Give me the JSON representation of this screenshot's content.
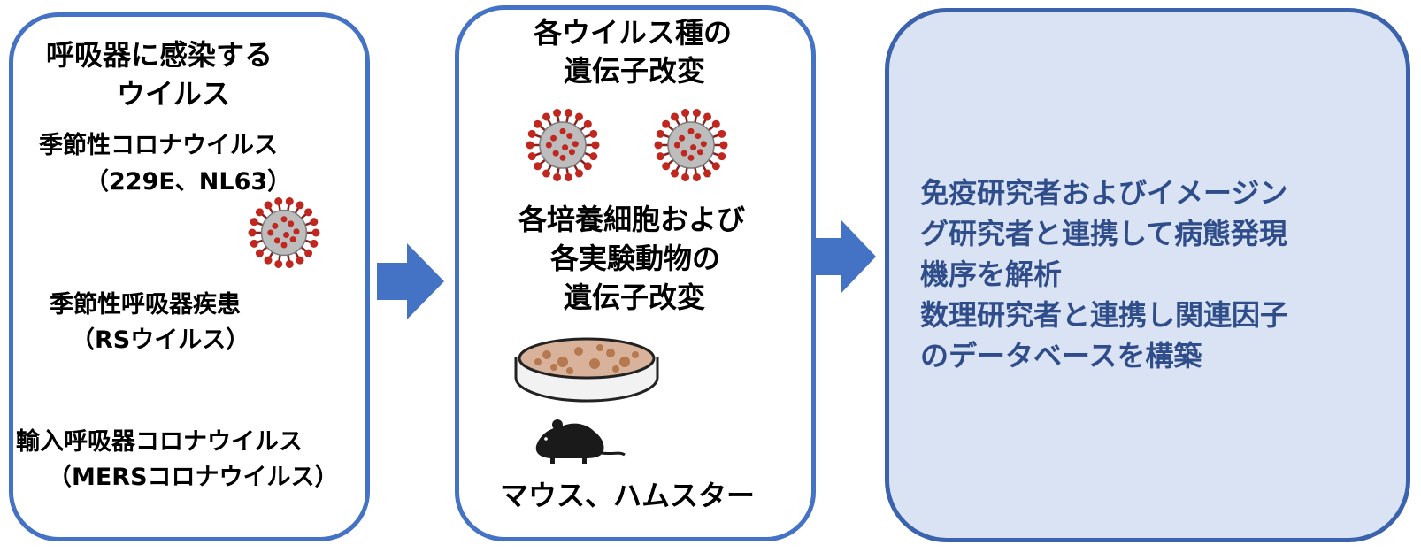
{
  "colors": {
    "border": "#4472c4",
    "arrow": "#4472c4",
    "panel3_bg": "#dae3f3",
    "panel3_text": "#2f4d8a"
  },
  "panel1": {
    "heading_line1": "呼吸器に感染する",
    "heading_line2": "ウイルス",
    "item1_line1": "季節性コロナウイルス",
    "item1_line2": "（229E、NL63）",
    "item2_line1": "季節性呼吸器疾患",
    "item2_line2": "（RSウイルス）",
    "item3_line1": "輸入呼吸器コロナウイルス",
    "item3_line2": "（MERSコロナウイルス）"
  },
  "panel2": {
    "heading_line1": "各ウイルス種の",
    "heading_line2": "遺伝子改変",
    "body_line1": "各培養細胞および",
    "body_line2": "各実験動物の",
    "body_line3": "遺伝子改変",
    "animals": "マウス、ハムスター"
  },
  "panel3": {
    "lines": [
      "免疫研究者およびイメージン",
      "グ研究者と連携して病態発現",
      "機序を解析",
      "数理研究者と連携し関連因子",
      "のデータベースを構築"
    ]
  },
  "icons": [
    "virus-icon",
    "petri-dish-icon",
    "mouse-icon",
    "arrow-right-icon"
  ]
}
